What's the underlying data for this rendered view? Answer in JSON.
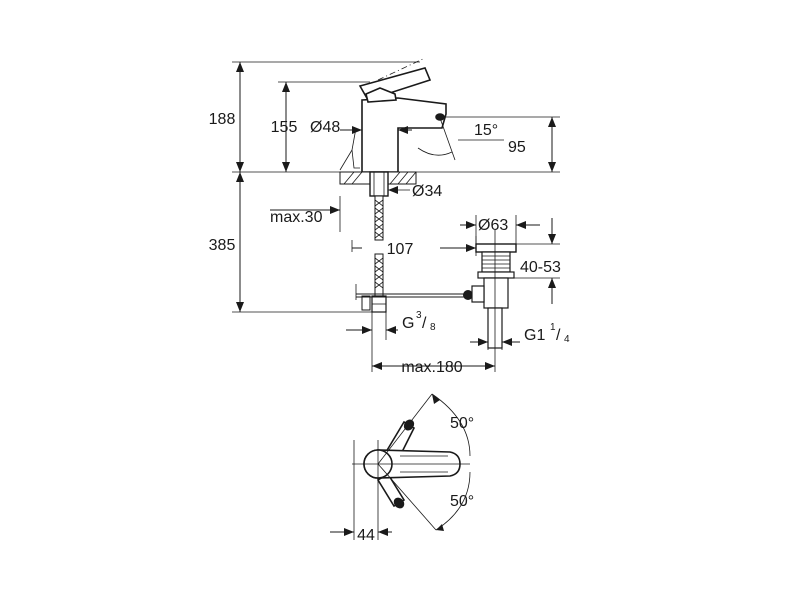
{
  "dimensions": {
    "height_total": "188",
    "height_spout": "155",
    "body_diameter": "Ø48",
    "spout_angle": "15°",
    "spout_height": "95",
    "hole_diameter": "Ø34",
    "max_thickness": "max.30",
    "supply_length": "385",
    "waste_offset": "107",
    "waste_diameter": "Ø63",
    "waste_range": "40-53",
    "supply_thread_main": "G",
    "supply_thread_num": "3",
    "supply_thread_den": "8",
    "waste_thread_main": "G1",
    "waste_thread_num": "1",
    "waste_thread_den": "4",
    "max_rod": "max.180",
    "lever_angle_upper": "50°",
    "lever_angle_lower": "50°",
    "lever_offset": "44"
  }
}
